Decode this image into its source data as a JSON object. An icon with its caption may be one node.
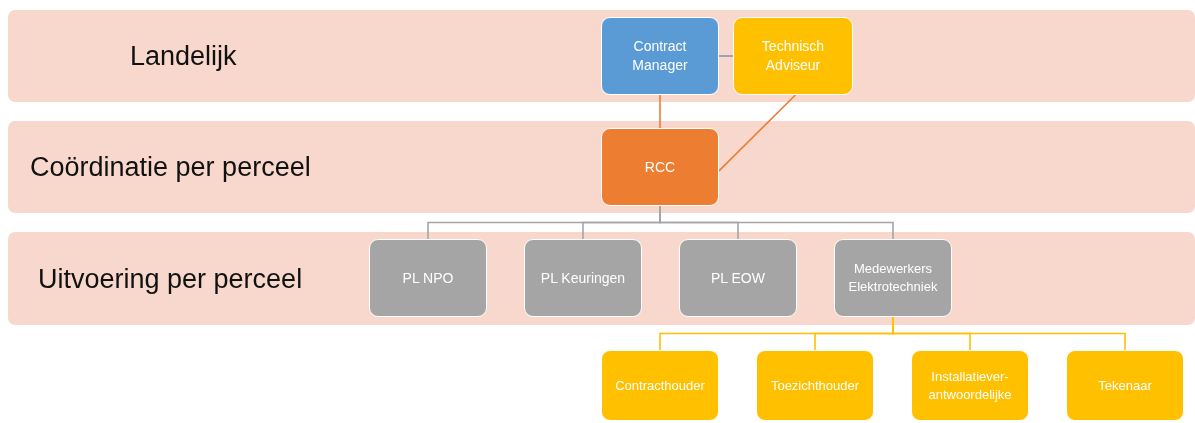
{
  "diagram": {
    "nodes": [
      {
        "text": [
          "Landelijk"
        ]
      },
      {
        "text": [
          "Contract Manager"
        ],
        "in": 0
      },
      {
        "text": [
          "Technisch Adviseur"
        ],
        "in": 0
      },
      {
        "text": [
          "Coördinatie per perceel"
        ]
      },
      {
        "text": [
          "RCC"
        ],
        "in": 3
      },
      {
        "text": [
          "Uitvoering per perceel"
        ]
      },
      {
        "text": [
          "PL NPO"
        ],
        "in": 5
      },
      {
        "text": [
          "PL Keuringen"
        ],
        "in": 5
      },
      {
        "text": [
          "PL EOW"
        ],
        "in": 5
      },
      {
        "text": [
          "Medewerkers Elektrotechniek"
        ],
        "in": 5
      },
      {
        "text": [
          "Contracthouder"
        ]
      },
      {
        "text": [
          "Toezichthouder"
        ]
      },
      {
        "text": [
          "Installatiever- antwoordelijke"
        ]
      },
      {
        "text": [
          "Tekenaar"
        ]
      }
    ],
    "edges": [
      {
        "from": 1,
        "to": 2,
        "arrow": "none",
        "color": "#8497b0"
      },
      {
        "from": 1,
        "to": 4,
        "arrow": "none",
        "color": "#ed7d31"
      },
      {
        "from": 2,
        "to": 4,
        "arrow": "none",
        "color": "#ed7d31"
      },
      {
        "from": 4,
        "to": 6,
        "arrow": "none",
        "color": "#a5a5a5"
      },
      {
        "from": 4,
        "to": 7,
        "arrow": "none",
        "color": "#a5a5a5"
      },
      {
        "from": 4,
        "to": 8,
        "arrow": "none",
        "color": "#a5a5a5"
      },
      {
        "from": 4,
        "to": 9,
        "arrow": "none",
        "color": "#a5a5a5"
      },
      {
        "from": 9,
        "to": 10,
        "arrow": "none",
        "color": "#ffc000"
      },
      {
        "from": 9,
        "to": 11,
        "arrow": "none",
        "color": "#ffc000"
      },
      {
        "from": 9,
        "to": 12,
        "arrow": "none",
        "color": "#ffc000"
      },
      {
        "from": 9,
        "to": 13,
        "arrow": "none",
        "color": "#ffc000"
      }
    ]
  }
}
